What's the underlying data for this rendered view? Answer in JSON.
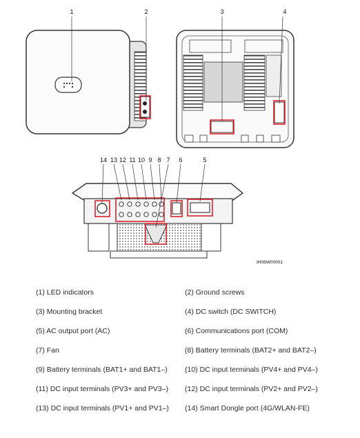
{
  "callouts_top": [
    "1",
    "2",
    "3",
    "4"
  ],
  "callouts_bottom": [
    "14",
    "13",
    "12",
    "11",
    "10",
    "9",
    "8",
    "7",
    "6",
    "5"
  ],
  "figure_code": "IH08W00001",
  "legend": [
    "(1) LED indicators",
    "(2) Ground screws",
    "(3) Mounting bracket",
    "(4) DC switch (DC SWITCH)",
    "(5) AC output port (AC)",
    "(6) Communications port (COM)",
    "(7) Fan",
    "(8) Battery terminals (BAT2+ and BAT2–)",
    "(9) Battery terminals (BAT1+ and BAT1–)",
    "(10) DC input terminals (PV4+ and PV4–)",
    "(11) DC input terminals (PV3+ and PV3–)",
    "(12) DC input terminals (PV2+ and PV2–)",
    "(13) DC input terminals (PV1+ and PV1–)",
    "(14) Smart Dongle port (4G/WLAN-FE)"
  ],
  "colors": {
    "highlight": "#d9232e",
    "line": "#333333"
  }
}
